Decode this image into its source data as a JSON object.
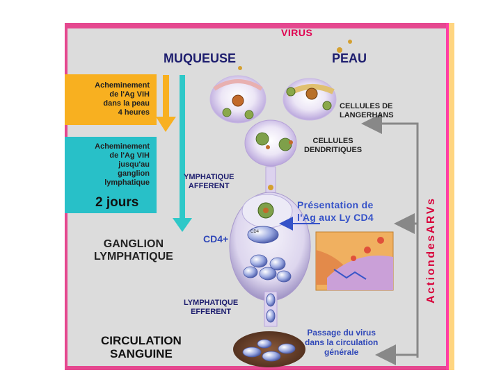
{
  "header": {
    "virus": "VIRUS"
  },
  "entries": {
    "mucosa": "MUQUEUSE",
    "skin": "PEAU"
  },
  "timeline": {
    "skin_transport": "Acheminement\nde l'Ag VIH\ndans la peau\n4 heures",
    "node_transport": "Acheminement\nde l'Ag VIH\njusqu'au\nganglion\nlymphatique",
    "node_duration": "2 jours"
  },
  "cells": {
    "langerhans": "CELLULES DE\nLANGERHANS",
    "dendritic": "CELLULES\nDENDRITIQUES",
    "cd4_small": "CD4",
    "cd4_plus": "CD4+"
  },
  "lymph": {
    "afferent": "YMPHATIQUE\nAFFERENT",
    "node": "GANGLION\nLYMPHATIQUE",
    "efferent": "LYMPHATIQUE\nEFFERENT"
  },
  "presentation": "Présentation de\nl'Ag aux Ly CD4",
  "circulation": "CIRCULATION\nSANGUINE",
  "passage": "Passage du virus\ndans la circulation\ngénérale",
  "side_label": "ActiondesARVs",
  "colors": {
    "frame_pink": "#e5488f",
    "orange_box": "#f8b020",
    "teal_box": "#28c0c8",
    "teal_arrow": "#2ec8c8",
    "orange_arrow": "#f8b020",
    "arv_red": "#d8003a",
    "presentation_blue": "#3552c8"
  }
}
